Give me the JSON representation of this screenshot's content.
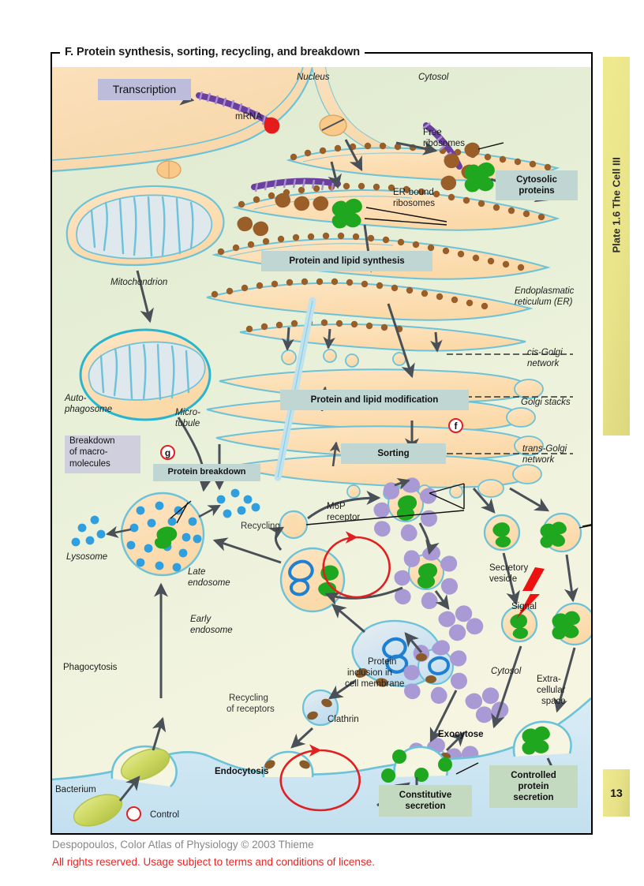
{
  "section": {
    "label": "F.",
    "title": "F.  Protein synthesis, sorting, recycling, and breakdown"
  },
  "sidebar": {
    "plate": "Plate 1.6   The Cell III",
    "page_number": "13"
  },
  "footer": {
    "credit": "Despopoulos, Color Atlas of Physiology © 2003 Thieme",
    "rights": "All rights reserved. Usage subject to terms and conditions of license."
  },
  "boxes": [
    {
      "id": "transcription",
      "text": "Transcription",
      "style": "purple"
    },
    {
      "id": "cytosolic",
      "text": "Cytosolic\nproteins",
      "style": "teal"
    },
    {
      "id": "synthesis",
      "text": "Protein and lipid synthesis",
      "style": "teal"
    },
    {
      "id": "modification",
      "text": "Protein and lipid modification",
      "style": "teal"
    },
    {
      "id": "sorting",
      "text": "Sorting",
      "style": "teal"
    },
    {
      "id": "breakdown_box",
      "text": "Protein breakdown",
      "style": "teal"
    },
    {
      "id": "macromolecules",
      "text": "Breakdown\nof macro-\nmolecules",
      "style": "grey"
    },
    {
      "id": "constitutive",
      "text": "Constitutive\nsecretion",
      "style": "green"
    },
    {
      "id": "controlled",
      "text": "Controlled\nprotein\nsecretion",
      "style": "green"
    }
  ],
  "box_text": {
    "transcription": "Transcription",
    "cytosolic_l1": "Cytosolic",
    "cytosolic_l2": "proteins",
    "synthesis": "Protein and lipid synthesis",
    "modification": "Protein and lipid modification",
    "sorting": "Sorting",
    "protein_breakdown": "Protein breakdown",
    "macro_l1": "Breakdown",
    "macro_l2": "of macro-",
    "macro_l3": "molecules",
    "constitutive_l1": "Constitutive",
    "constitutive_l2": "secretion",
    "controlled_l1": "Controlled",
    "controlled_l2": "protein",
    "controlled_l3": "secretion"
  },
  "labels": {
    "nucleus": "Nucleus",
    "cytosol_top": "Cytosol",
    "cytosol_bottom": "Cytosol",
    "mrna": "mRNA",
    "free_ribosomes_l1": "Free",
    "free_ribosomes_l2": "ribosomes",
    "er_bound_l1": "ER-bound",
    "er_bound_l2": "ribosomes",
    "er_l1": "Endoplasmatic",
    "er_l2": "reticulum (ER)",
    "cis_golgi_l1": "cis-Golgi",
    "cis_golgi_l2": "network",
    "golgi_stacks": "Golgi stacks",
    "trans_golgi_l1": "trans-Golgi",
    "trans_golgi_l2": "network",
    "mitochondrion": "Mitochondrion",
    "autophagosome_l1": "Auto-",
    "autophagosome_l2": "phagosome",
    "microtubule_l1": "Micro-",
    "microtubule_l2": "tubule",
    "lysosome": "Lysosome",
    "late_endosome_l1": "Late",
    "late_endosome_l2": "endosome",
    "early_endosome_l1": "Early",
    "early_endosome_l2": "endosome",
    "m6p_l1": "M6P",
    "m6p_l2": "receptor",
    "recycling": "Recycling",
    "recycling_receptors_l1": "Recycling",
    "recycling_receptors_l2": "of receptors",
    "phagocytosis": "Phagocytosis",
    "bacterium": "Bacterium",
    "endocytosis": "Endocytosis",
    "clathrin": "Clathrin",
    "protein_inclusion_l1": "Protein",
    "protein_inclusion_l2": "inclusion in",
    "protein_inclusion_l3": "cell membrane",
    "exocytose": "Exocytose",
    "secretory_vesicle_l1": "Secretory",
    "secretory_vesicle_l2": "vesicle",
    "signal": "Signal",
    "extracellular_l1": "Extra-",
    "extracellular_l2": "cellular",
    "extracellular_l3": "space",
    "control_legend": "Control"
  },
  "control_markers": {
    "f": "f",
    "g": "g"
  },
  "colors": {
    "cytosol_bg": "#e4ecd7",
    "nucleus_bg": "#f9ddb4",
    "extracellular_bg": "#cfe6f2",
    "membrane_blue": "#6cc2d8",
    "organelle_fill": "#fbdcae",
    "ribosome_brown": "#9a5f28",
    "protein_green": "#1fa81f",
    "mrna_purple": "#6b3fa0",
    "clathrin_purple": "#a99ad6",
    "receptor_blue": "#1f7fd0",
    "enzyme_blue": "#2f9fe0",
    "red_accent": "#e02020",
    "arrow_grey": "#4a5057",
    "bacterium_green": "#c2cf59",
    "side_tab": "#efe98f",
    "box_teal": "#bfd6d2",
    "box_green": "#c3d9c0",
    "box_purple": "#bdbcdb",
    "box_grey": "#cfcfdd"
  }
}
